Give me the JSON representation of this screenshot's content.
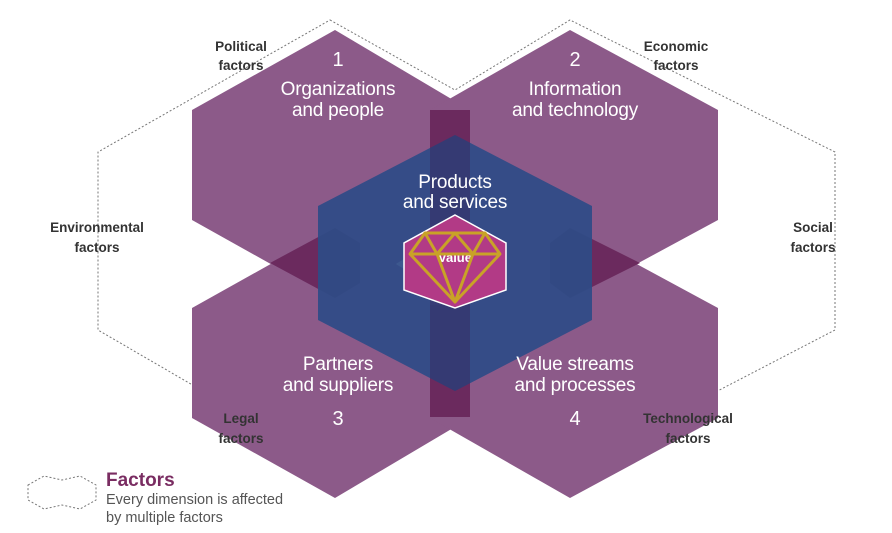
{
  "dimensions": [
    {
      "number": "1",
      "line1": "Organizations",
      "line2": "and people"
    },
    {
      "number": "2",
      "line1": "Information",
      "line2": "and technology"
    },
    {
      "number": "3",
      "line1": "Partners",
      "line2": "and suppliers"
    },
    {
      "number": "4",
      "line1": "Value streams",
      "line2": "and processes"
    }
  ],
  "center": {
    "line1": "Products",
    "line2": "and services",
    "value_label": "Value"
  },
  "factors": {
    "political": {
      "line1": "Political",
      "line2": "factors"
    },
    "economic": {
      "line1": "Economic",
      "line2": "factors"
    },
    "environmental": {
      "line1": "Environmental",
      "line2": "factors"
    },
    "social": {
      "line1": "Social",
      "line2": "factors"
    },
    "legal": {
      "line1": "Legal",
      "line2": "factors"
    },
    "technological": {
      "line1": "Technological",
      "line2": "factors"
    }
  },
  "legend": {
    "title": "Factors",
    "line1": "Every dimension is affected",
    "line2": "by multiple factors"
  },
  "colors": {
    "dimension_fill": "#8c5a89",
    "overlap_fill": "#6b2a5e",
    "center_fill": "#2e4b86",
    "value_fill": "#b23a86",
    "diamond_stroke": "#c9a227",
    "dashed_outline": "#777777",
    "legend_title": "#7a2d62"
  }
}
